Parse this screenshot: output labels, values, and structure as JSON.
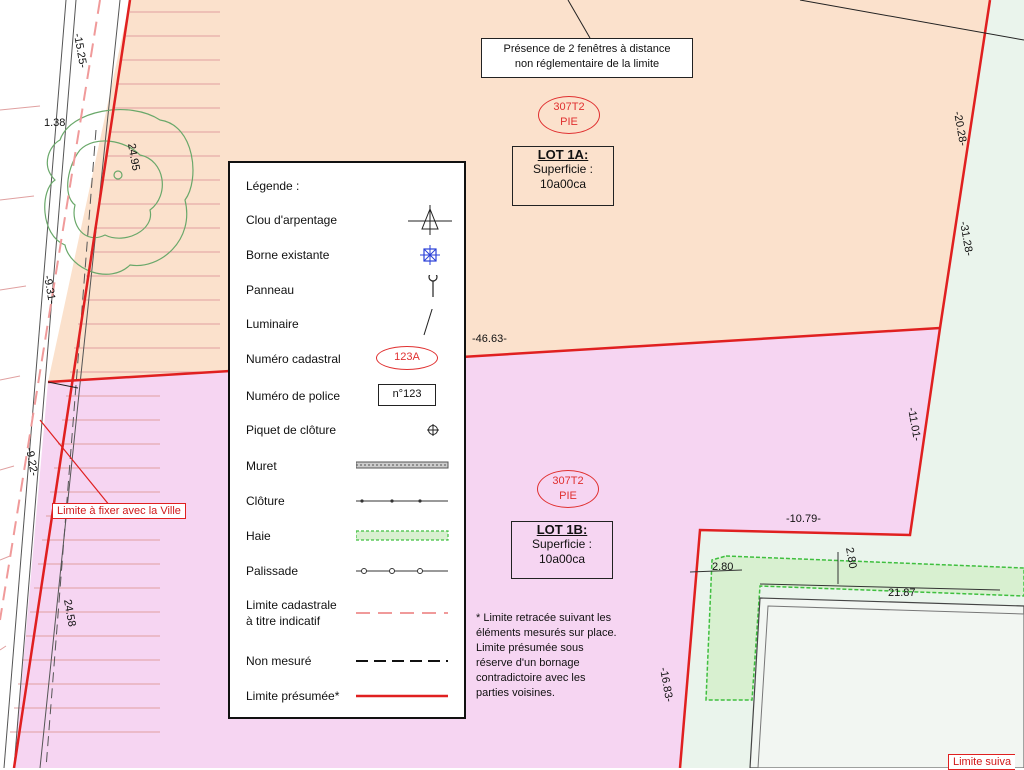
{
  "colors": {
    "lot_1a_fill": "#fbe1cc",
    "lot_1b_fill": "#f6d5f2",
    "neighbor_fill": "#eaf4ec",
    "limit_red": "#e02020",
    "hedge_green": "#3fbf3f"
  },
  "callout_windows": [
    "Présence de 2 fenêtres à distance",
    "non réglementaire de la limite"
  ],
  "lot_1a": {
    "cadastral": [
      "307T2",
      "PIE"
    ],
    "title": "LOT 1A:",
    "area_label": "Superficie :",
    "area_value": "10a00ca"
  },
  "lot_1b": {
    "cadastral": [
      "307T2",
      "PIE"
    ],
    "title": "LOT 1B:",
    "area_label": "Superficie :",
    "area_value": "10a00ca"
  },
  "dimensions": {
    "d_15_25": "-15.25-",
    "d_1_38": "1.38",
    "d_24_95": "24.95",
    "d_9_31": "-9.31-",
    "d_9_22": "-9.22-",
    "d_24_58": "24.58",
    "d_46_63": "-46.63-",
    "d_20_28": "-20.28-",
    "d_31_28": "-31.28-",
    "d_11_01": "-11.01-",
    "d_10_79": "-10.79-",
    "d_2_80": "2.80",
    "d_2_80b": "2.80",
    "d_21_87": "21.87",
    "d_16_83": "-16.83-"
  },
  "limit_to_fix_label": "Limite à fixer avec la Ville",
  "bottom_right_label": "Limite suiva",
  "legend": {
    "title": "Légende :",
    "items": [
      {
        "label": "Clou d'arpentage",
        "symbol": "clou-arpentage-icon"
      },
      {
        "label": "Borne existante",
        "symbol": "borne-existante-icon"
      },
      {
        "label": "Panneau",
        "symbol": "panneau-icon"
      },
      {
        "label": "Luminaire",
        "symbol": "luminaire-icon"
      },
      {
        "label": "Numéro cadastral",
        "symbol": "numero-cadastral-symbol",
        "sample": "123A"
      },
      {
        "label": "Numéro de police",
        "symbol": "numero-police-symbol",
        "sample": "n°123"
      },
      {
        "label": "Piquet de clôture",
        "symbol": "piquet-icon"
      },
      {
        "label": "Muret",
        "symbol": "muret-line"
      },
      {
        "label": "Clôture",
        "symbol": "cloture-line"
      },
      {
        "label": "Haie",
        "symbol": "haie-line"
      },
      {
        "label": "Palissade",
        "symbol": "palissade-line"
      },
      {
        "label": [
          "Limite cadastrale",
          "à titre indicatif"
        ],
        "symbol": "limite-cadastrale-line"
      },
      {
        "label": "Non mesuré",
        "symbol": "non-mesure-line"
      },
      {
        "label": "Limite présumée*",
        "symbol": "limite-presumee-line"
      }
    ]
  },
  "footnote": [
    "* Limite retracée suivant les",
    "éléments mesurés sur place.",
    "Limite présumée sous",
    "réserve d'un bornage",
    "contradictoire avec les",
    "parties voisines."
  ]
}
